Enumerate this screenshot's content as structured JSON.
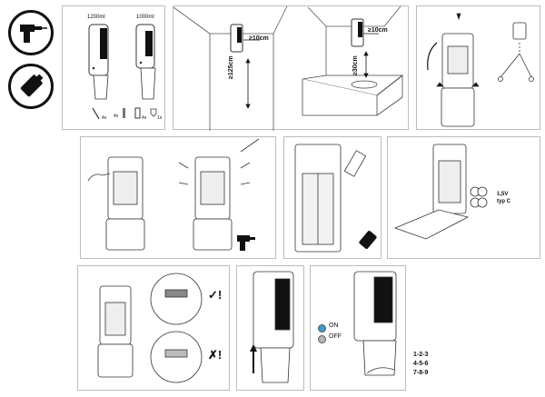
{
  "tool_icons": {
    "drill": "drill-icon",
    "battery": "battery-icon"
  },
  "panel1": {
    "model_small": "1200ml",
    "model_large": "1000ml",
    "part_screw_qty": "4x",
    "part_anchor_qty": "4x",
    "part_battery_qty": "4x",
    "part_key_qty": "1x"
  },
  "panel2": {
    "dim_side_clearance": "≥10cm",
    "dim_floor_height": "≥125cm"
  },
  "panel3": {
    "dim_side_clearance": "≥10cm",
    "dim_sink_height": "≥30cm"
  },
  "panel6": {
    "battery_spec_voltage": "1,5V",
    "battery_spec_type": "typ C"
  },
  "panel9": {
    "legend_on": "ON",
    "legend_off": "OFF",
    "on_color": "#3a9bd5",
    "off_color": "#b5b5b5"
  },
  "sequence": {
    "row1": "1-2-3",
    "row2": "4-5-6",
    "row3": "7-8-9"
  },
  "symbols": {
    "correct": "✓!",
    "wrong": "✗!"
  }
}
